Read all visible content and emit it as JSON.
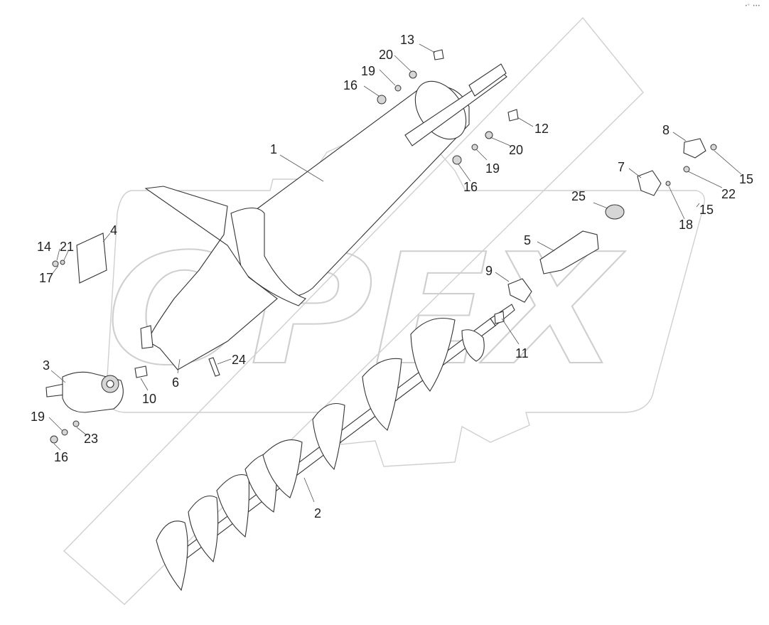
{
  "watermark": {
    "text": "OPEX"
  },
  "corner_mark": "•° •••",
  "callouts": {
    "c1": "1",
    "c2": "2",
    "c3": "3",
    "c4": "4",
    "c5": "5",
    "c6": "6",
    "c7": "7",
    "c8": "8",
    "c9": "9",
    "c10": "10",
    "c11": "11",
    "c12": "12",
    "c13": "13",
    "c14": "14",
    "c15a": "15",
    "c15b": "15",
    "c16a": "16",
    "c16b": "16",
    "c16c": "16",
    "c17": "17",
    "c18": "18",
    "c19a": "19",
    "c19b": "19",
    "c19c": "19",
    "c20a": "20",
    "c20b": "20",
    "c21": "21",
    "c22": "22",
    "c23": "23",
    "c24": "24",
    "c25": "25"
  }
}
